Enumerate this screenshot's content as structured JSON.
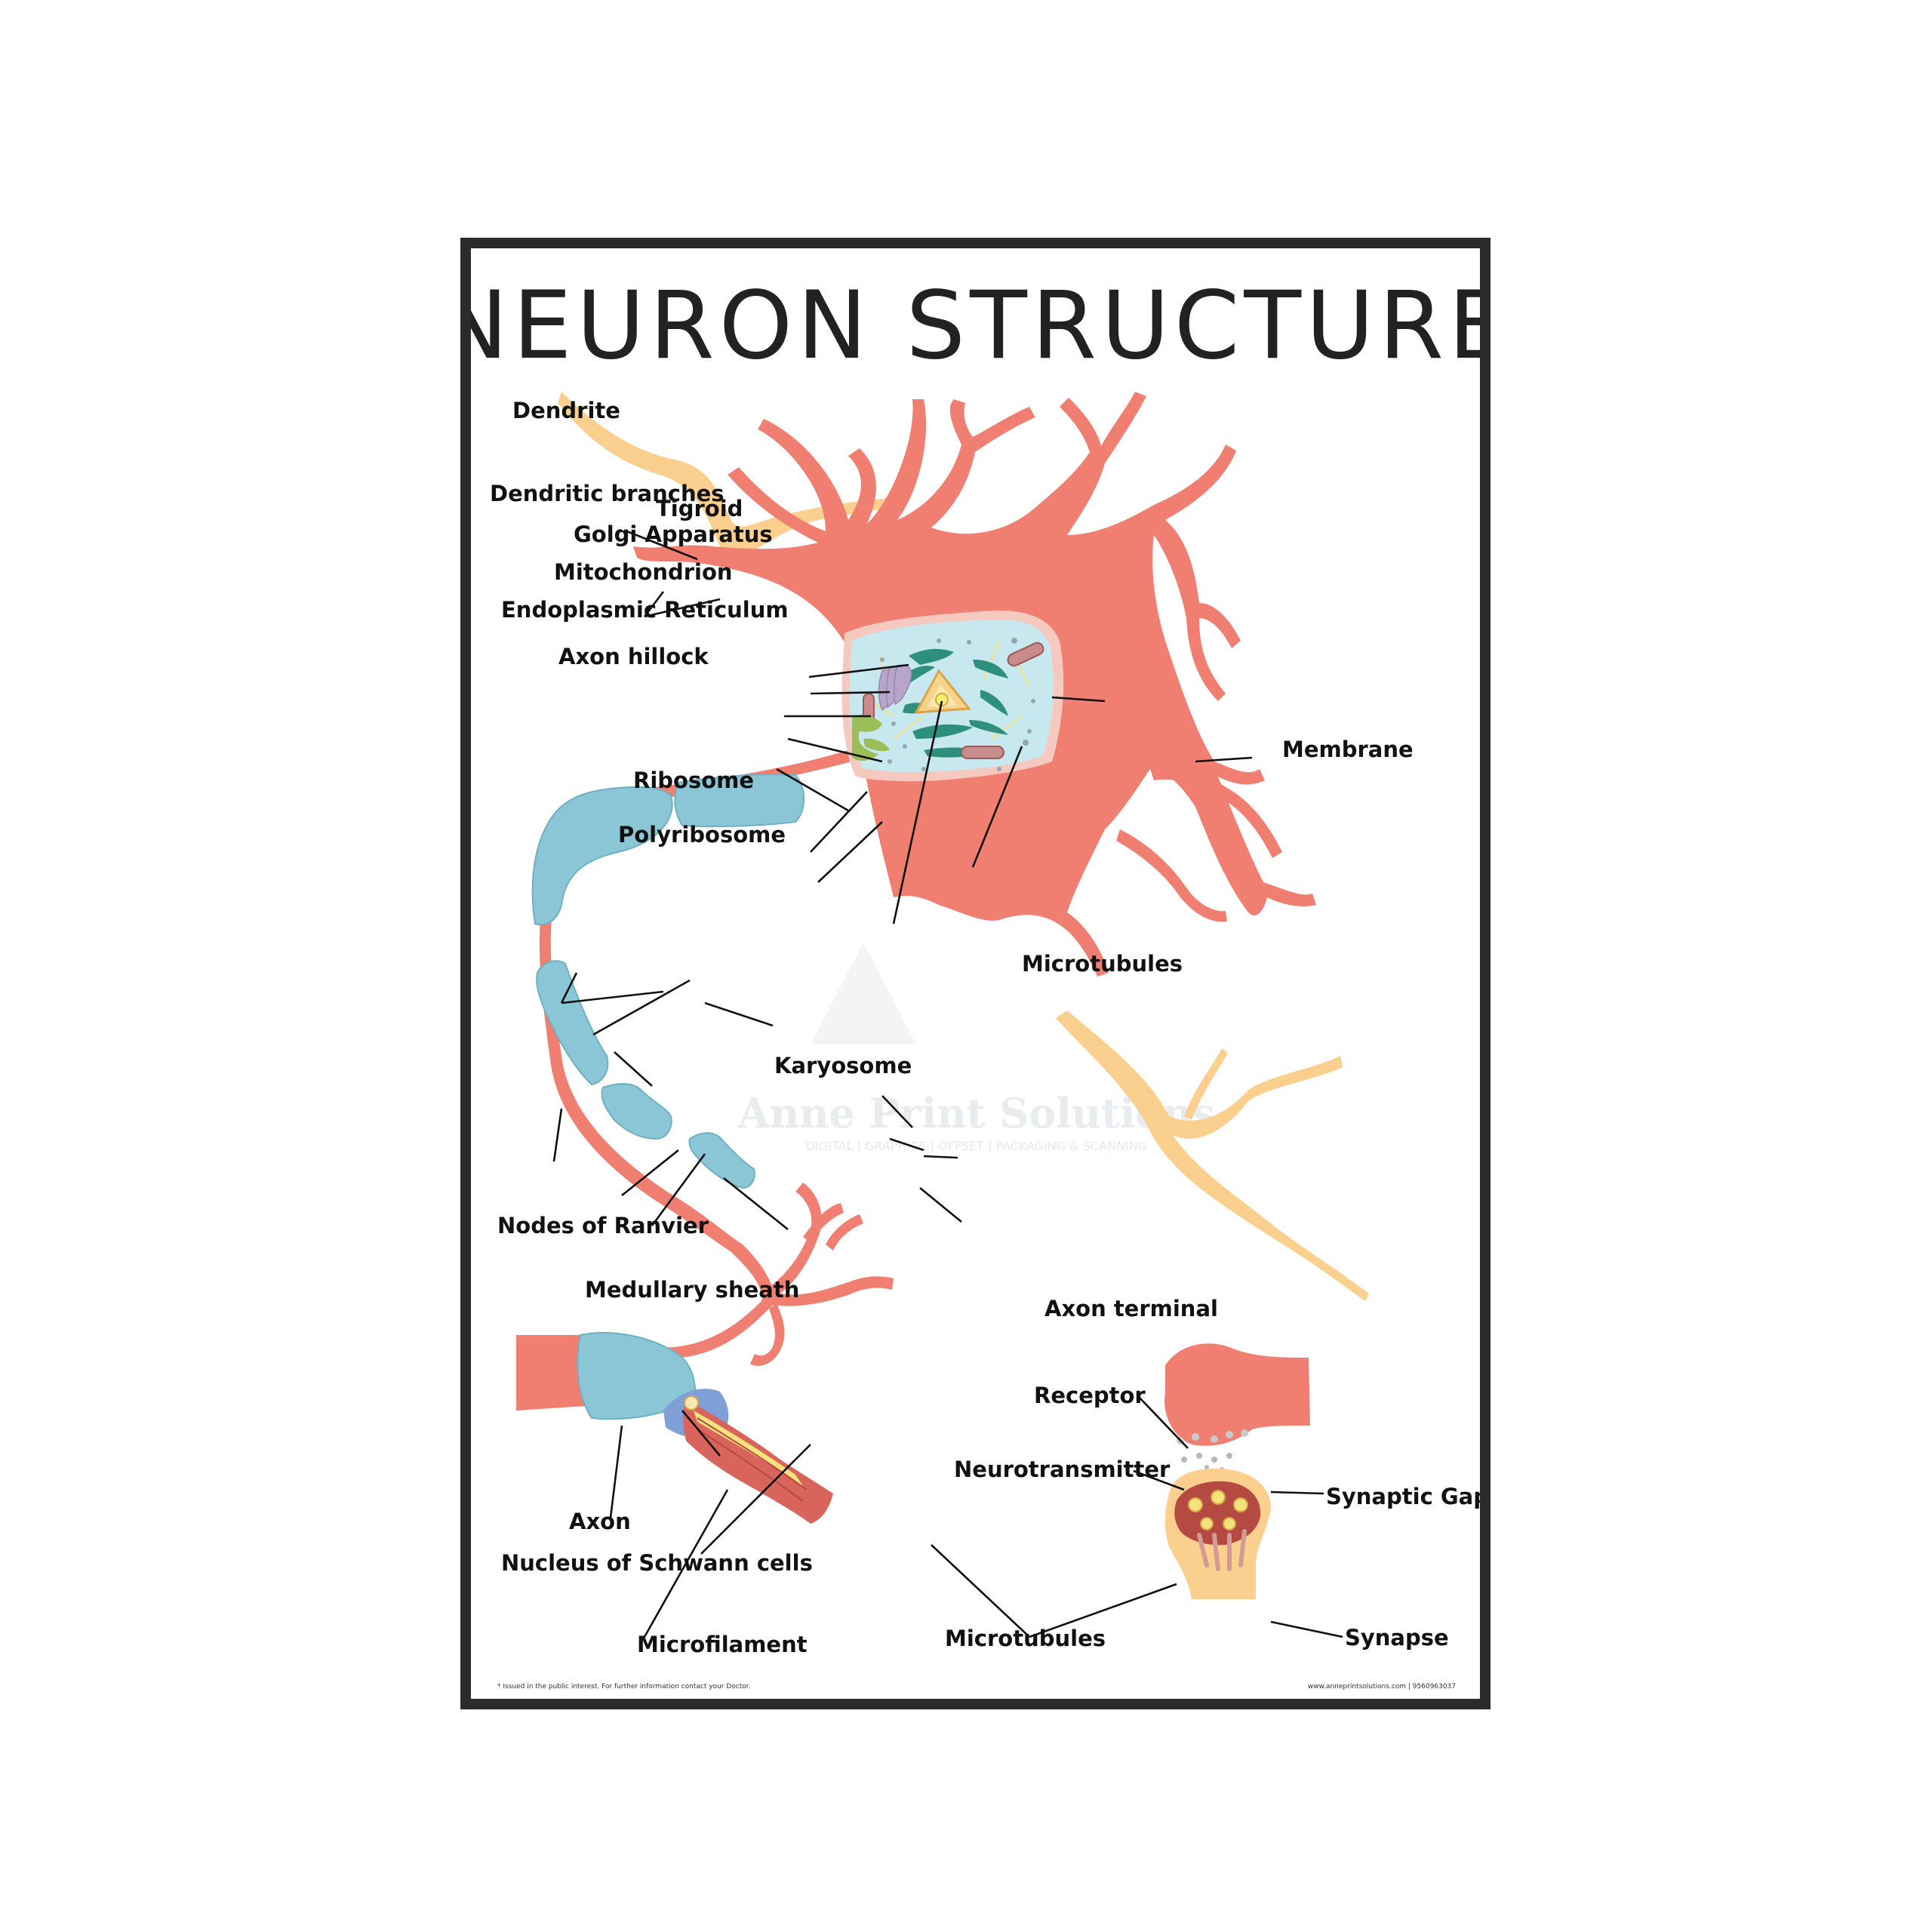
{
  "title": "NEURON STRUCTURE",
  "labels": {
    "dendrite": "Dendrite",
    "dendritic_branches": "Dendritic branches",
    "tigroid": "Tigroid",
    "golgi": "Golgi Apparatus",
    "mitochondrion": "Mitochondrion",
    "er": "Endoplasmic Reticulum",
    "axon_hillock": "Axon hillock",
    "membrane": "Membrane",
    "ribosome": "Ribosome",
    "polyribosome": "Polyribosome",
    "microtubules_cell": "Microtubules",
    "karyosome": "Karyosome",
    "nodes_of_ranvier": "Nodes of Ranvier",
    "medullary_sheath": "Medullary sheath",
    "axon_terminal": "Axon terminal",
    "axon": "Axon",
    "schwann_nucleus": "Nucleus of Schwann cells",
    "microfilament": "Microfilament",
    "microtubules_axon": "Microtubules",
    "receptor": "Receptor",
    "neurotransmitter": "Neurotransmitter",
    "synaptic_gap": "Synaptic Gap",
    "synapse": "Synapse"
  },
  "footer": {
    "left": "* Issued in the public interest. For further information contact your Doctor.",
    "right": "www.anneprintsolutions.com | 9560963037"
  },
  "watermark": {
    "name": "Anne Print Solutions",
    "tagline": "DIGITAL | GRAPHICS | OFFSET | PACKAGING & SCANNING"
  },
  "colors": {
    "neuron": "#f07f72",
    "sheath": "#8ac6d6",
    "nucleus_fill": "#c8e8ef",
    "tigroid": "#2f8f7d",
    "golgi": "#b8a5cc",
    "er": "#9bbd5a",
    "dendrite_other": "#fbcf8e",
    "frame": "#2b2b2b"
  }
}
